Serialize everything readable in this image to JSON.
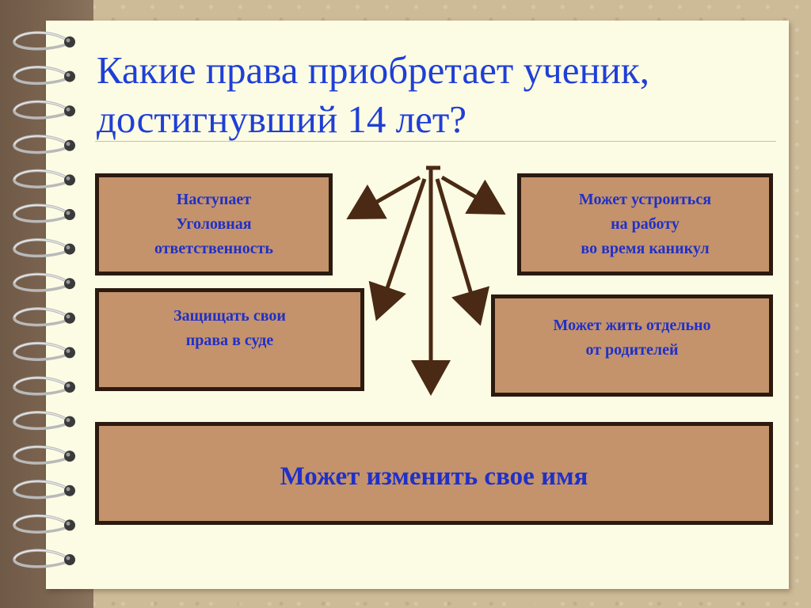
{
  "title": "Какие права приобретает ученик, достигнувший 14 лет?",
  "boxes": {
    "criminal_liability": "Наступает\nУголовная\nответственность",
    "court": "Защищать свои\nправа в суде",
    "work": "Может устроиться\nна работу\nво время каникул",
    "live_separately": "Может жить отдельно\nот родителей",
    "change_name": "Может изменить свое имя"
  },
  "colors": {
    "title": "#1f3fd6",
    "box_fill": "#c4936b",
    "box_border": "#2b1a10",
    "box_text": "#2030c8",
    "page": "#fcfbe4",
    "arrow": "#4a2a14"
  }
}
